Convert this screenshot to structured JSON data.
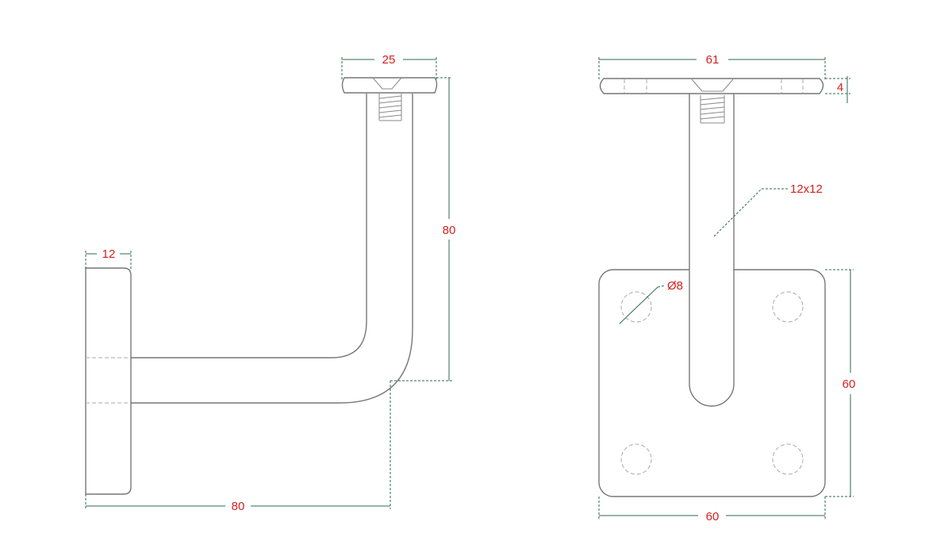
{
  "colors": {
    "dimension_text": "#d42020",
    "dimension_line": "#2e6b4f",
    "outline": "#777777",
    "background": "#ffffff"
  },
  "side_view": {
    "dims": {
      "wall_plate_thickness": "12",
      "top_saddle_width": "25",
      "vertical_height": "80",
      "horizontal_projection": "80"
    }
  },
  "front_view": {
    "dims": {
      "top_saddle_width": "61",
      "saddle_thickness": "4",
      "bar_section": "12x12",
      "hole_diameter": "Ø8",
      "plate_height": "60",
      "plate_width": "60"
    }
  }
}
